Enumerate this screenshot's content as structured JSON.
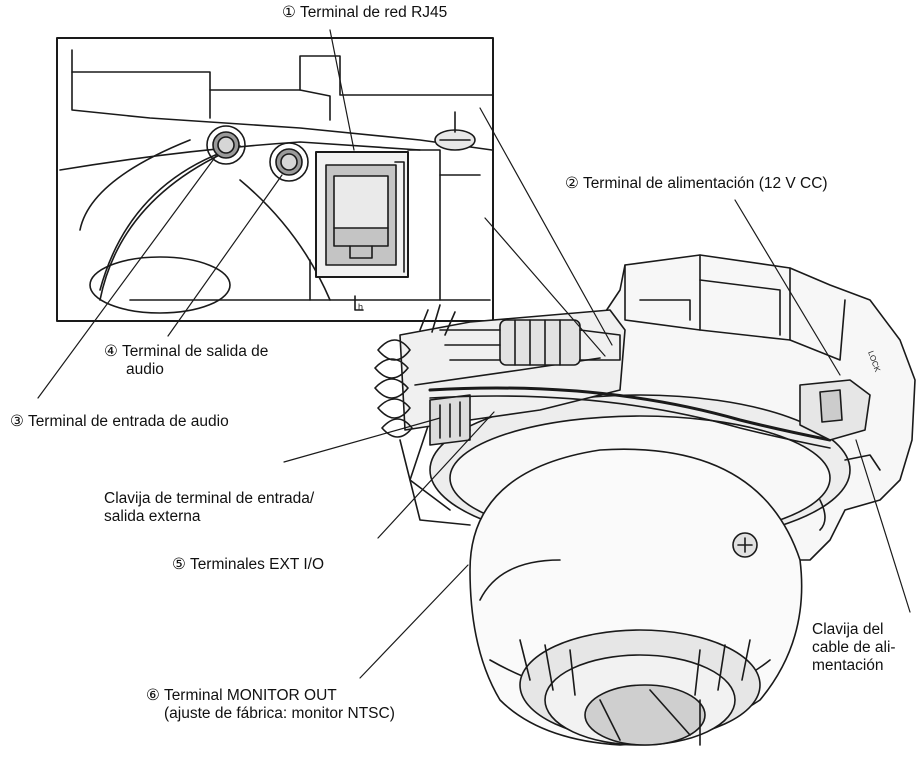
{
  "labels": {
    "rj45": {
      "num": "①",
      "text": "Terminal de red RJ45"
    },
    "power": {
      "num": "②",
      "text": "Terminal de alimentación (12 V CC)"
    },
    "audio_in": {
      "num": "③",
      "text": "Terminal de entrada de audio"
    },
    "audio_out": {
      "num": "④",
      "line1": "Terminal de salida de",
      "line2": "audio"
    },
    "ext_plug": {
      "line1": "Clavija de terminal de entrada/",
      "line2": "salida externa"
    },
    "ext_io": {
      "num": "⑤",
      "text": "Terminales EXT I/O"
    },
    "monitor": {
      "num": "⑥",
      "line1": "Terminal MONITOR OUT",
      "line2": "(ajuste de fábrica: monitor NTSC)"
    },
    "power_plug": {
      "line1": "Clavija del",
      "line2": "cable de ali-",
      "line3": "mentación"
    }
  },
  "markings": {
    "lock": "LOCK",
    "small_mark": "h"
  }
}
